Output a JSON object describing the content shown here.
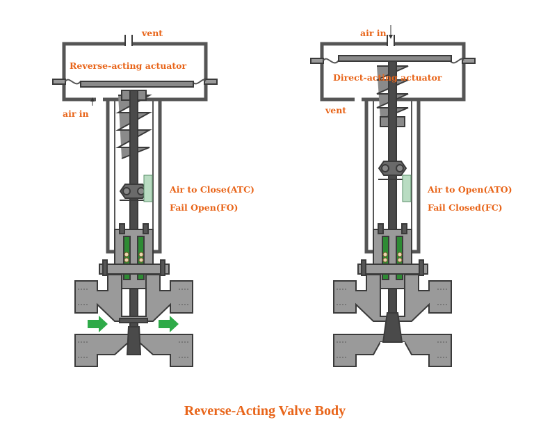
{
  "left": {
    "vent": "vent",
    "actuator": "Reverse-acting actuator",
    "air_in": "air in",
    "mode": "Air to Close(ATC)",
    "fail": "Fail Open(FO)"
  },
  "right": {
    "air_in": "air in",
    "actuator": "Direct-acting actuator",
    "vent": "vent",
    "mode": "Air to Open(ATO)",
    "fail": "Fail Closed(FC)"
  },
  "caption": "Reverse-Acting Valve Body",
  "colors": {
    "label": "#e8651a",
    "body": "#9a9a9a",
    "stroke": "#3a3a3a",
    "packing": "#2e8b34",
    "arrow": "#2eaa48",
    "scale": "#b9dcc2"
  }
}
